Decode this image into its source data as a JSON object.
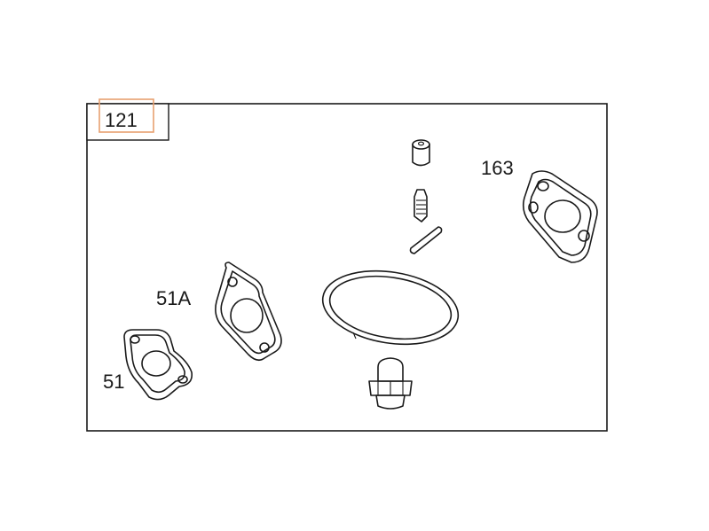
{
  "diagram": {
    "kit_label": "121",
    "highlight_color": "#E8A070",
    "parts": [
      {
        "label": "51",
        "name": "gasket-small"
      },
      {
        "label": "51A",
        "name": "gasket-large"
      },
      {
        "label": "163",
        "name": "gasket-right"
      }
    ]
  }
}
